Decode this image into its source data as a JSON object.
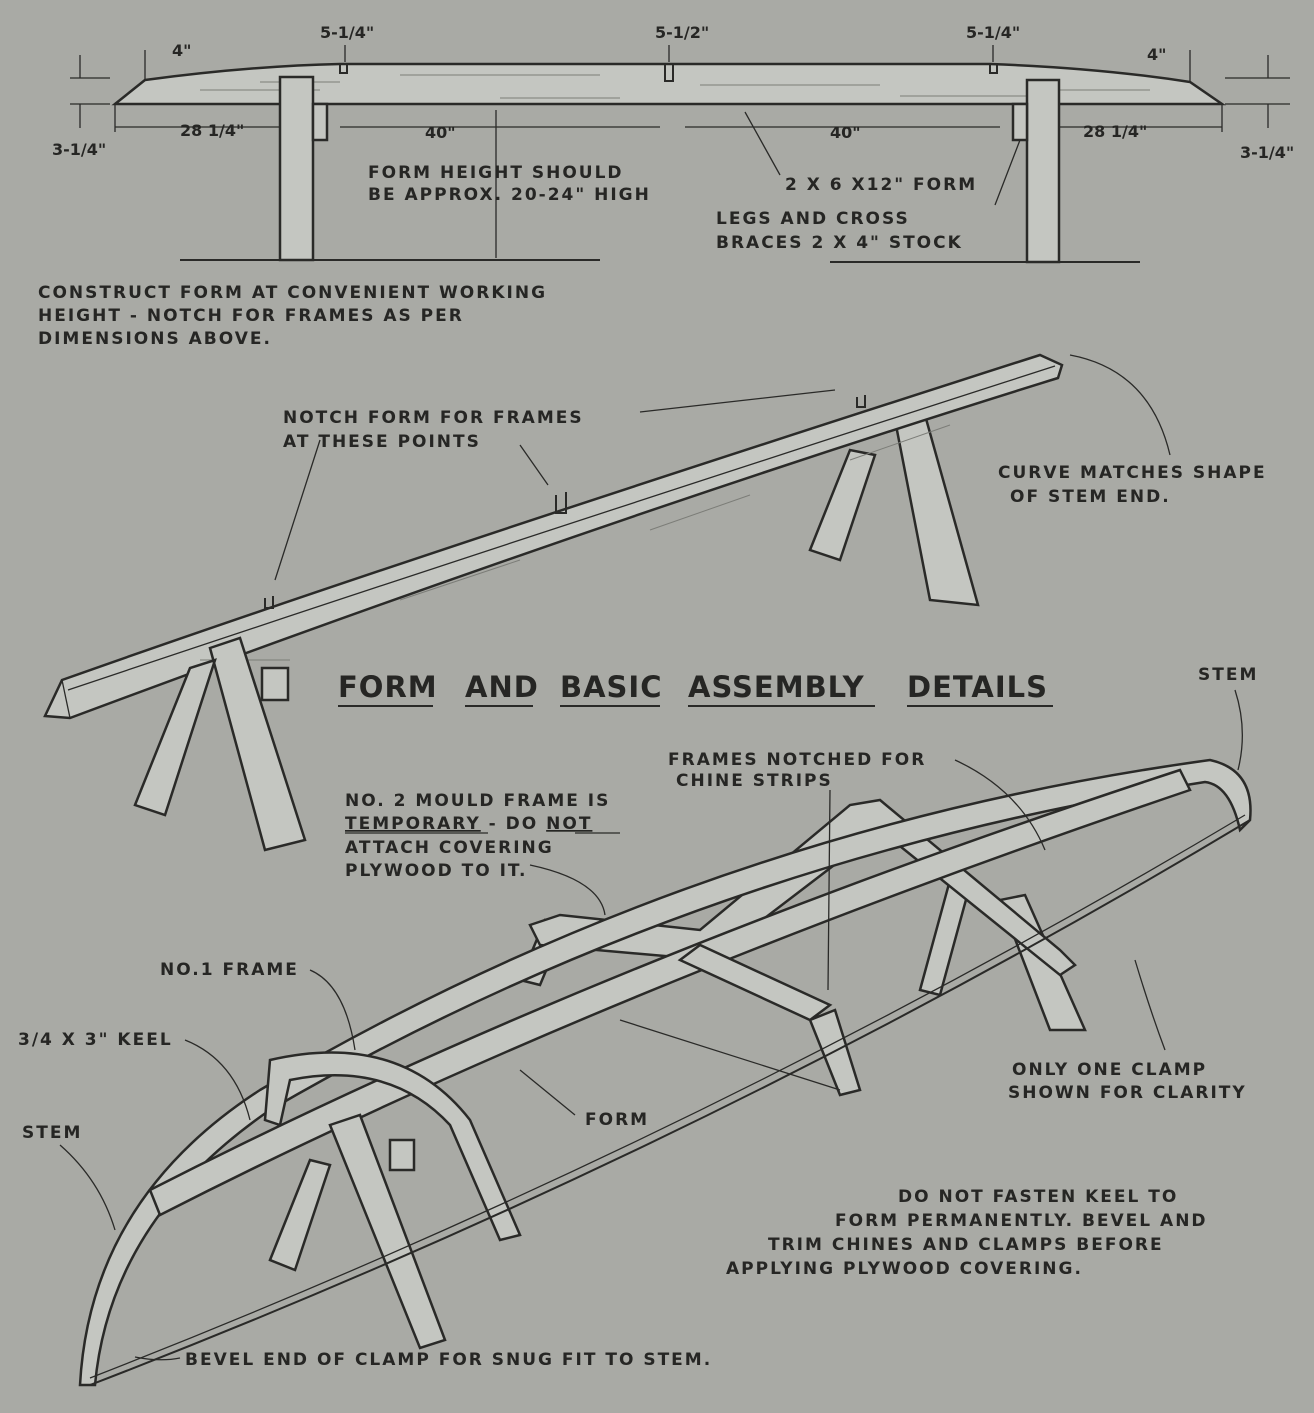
{
  "title": {
    "words": [
      "FORM",
      "AND",
      "BASIC",
      "ASSEMBLY",
      "DETAILS"
    ]
  },
  "elevation": {
    "notch_left": "5-1/4\"",
    "notch_center": "5-1/2\"",
    "notch_right": "5-1/4\"",
    "taper_left": "4\"",
    "taper_right": "4\"",
    "end_height_left": "3-1/4\"",
    "end_height_right": "3-1/4\"",
    "span_left_end": "28 1/4\"",
    "span_left_mid": "40\"",
    "span_right_mid": "40\"",
    "span_right_end": "28 1/4\"",
    "form_height_note": [
      "FORM HEIGHT SHOULD",
      "BE APPROX. 20-24\" HIGH"
    ],
    "form_label": "2 X 6 X12\" FORM",
    "legs_note": [
      "LEGS AND CROSS",
      "BRACES 2 X 4\" STOCK"
    ],
    "construct_note": [
      "CONSTRUCT FORM AT CONVENIENT WORKING",
      "HEIGHT - NOTCH FOR FRAMES AS PER",
      "DIMENSIONS ABOVE."
    ]
  },
  "perspective": {
    "notch_note": [
      "NOTCH FORM FOR FRAMES",
      "AT THESE POINTS"
    ],
    "curve_note": [
      "CURVE MATCHES SHAPE",
      "OF STEM END."
    ]
  },
  "assembly": {
    "stem_right": "STEM",
    "stem_left": "STEM",
    "frames_notched": [
      "FRAMES NOTCHED FOR",
      "CHINE STRIPS"
    ],
    "mould_frame": [
      "NO. 2 MOULD FRAME IS",
      "TEMPORARY",
      " - DO ",
      "NOT",
      "ATTACH COVERING",
      "PLYWOOD TO IT."
    ],
    "no1_frame": "NO.1 FRAME",
    "keel": "3/4 X 3\" KEEL",
    "form": "FORM",
    "clamp_note": [
      "ONLY ONE CLAMP",
      "SHOWN FOR CLARITY"
    ],
    "keel_note": [
      "DO NOT FASTEN KEEL TO",
      "FORM PERMANENTLY. BEVEL AND",
      "TRIM CHINES AND CLAMPS BEFORE",
      "APPLYING PLYWOOD COVERING."
    ],
    "bevel_note": "BEVEL END OF CLAMP FOR SNUG FIT TO STEM."
  }
}
